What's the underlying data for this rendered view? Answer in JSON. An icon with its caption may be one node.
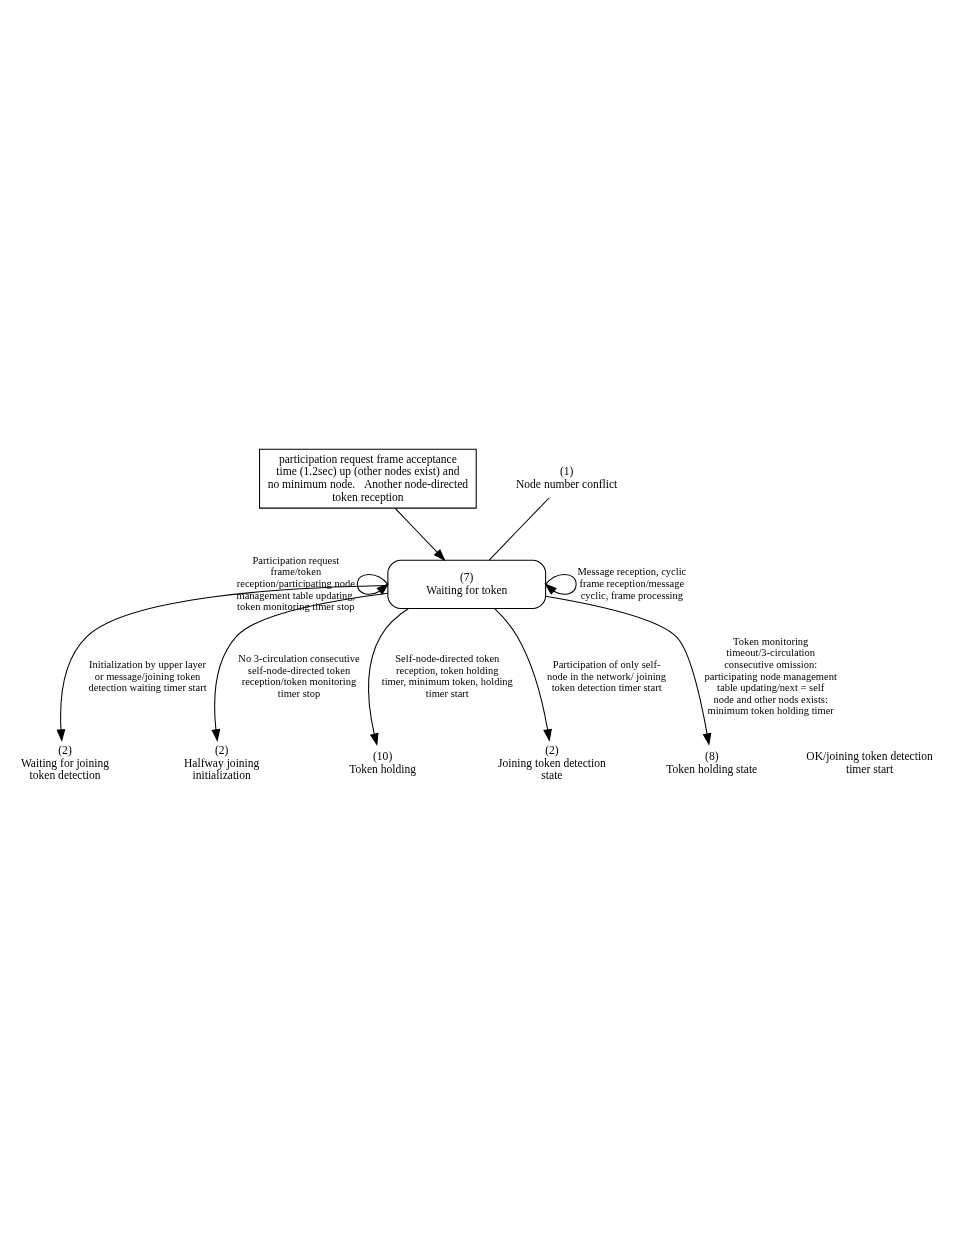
{
  "diagram": {
    "nodes": [
      {
        "text": [
          "participation request frame acceptance time (1.2sec) up (other nodes exist) and no minimum node.   Another node-directed token reception"
        ]
      },
      {
        "text": [
          "(7)",
          "Waiting for token"
        ]
      },
      {
        "text": [
          "(1)",
          "Node number conflict"
        ]
      },
      {
        "text": [
          "(2)",
          "Waiting for joining token detection"
        ]
      },
      {
        "text": [
          "(2)",
          "Halfway joining initialization"
        ]
      },
      {
        "text": [
          "(10)",
          "Token holding"
        ]
      },
      {
        "text": [
          "(2)",
          "Joining token detection state"
        ]
      },
      {
        "text": [
          "(8)",
          "Token holding state"
        ]
      }
    ],
    "edges": [
      {
        "from": 0,
        "to": 1,
        "arrow": "to"
      },
      {
        "from": 1,
        "to": 1,
        "arrow": "to",
        "label": "Participation request frame/token reception/participating node management table updating, token monitoring timer stop"
      },
      {
        "from": 1,
        "to": 1,
        "arrow": "to",
        "label": "Message reception, cyclic frame reception/message cyclic, frame processing"
      },
      {
        "from": 2,
        "to": 1,
        "arrow": "none"
      },
      {
        "from": 1,
        "to": 3,
        "arrow": "to",
        "label": "Initialization by upper layer or message/joining token detection waiting timer start"
      },
      {
        "from": 1,
        "to": 4,
        "arrow": "to",
        "label": "No 3-circulation consecutive self-node-directed token reception/token monitoring timer stop"
      },
      {
        "from": 1,
        "to": 5,
        "arrow": "to",
        "label": "Self-node-directed token reception, token holding timer, minimum token, holding timer start"
      },
      {
        "from": 1,
        "to": 6,
        "arrow": "to",
        "label": "Participation of only self-node in the network/ joining token detection timer start"
      },
      {
        "from": 1,
        "to": 7,
        "arrow": "to",
        "label": "Token monitoring timeout/3-circulation consecutive omission: participating node management table updating/next = self node and other nods exists: minimum token holding timer"
      }
    ],
    "labels": [
      "OK/joining token detection timer start"
    ]
  }
}
